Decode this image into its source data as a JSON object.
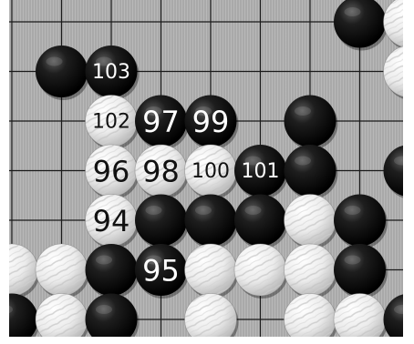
{
  "board": {
    "columns": 9,
    "rows": 7,
    "colors": {
      "black": "#111111",
      "white": "#f2f2f2",
      "line": "#1a1a1a",
      "wood": "#a9a9a9"
    }
  },
  "stones": [
    {
      "c": 7,
      "r": 0,
      "color": "black"
    },
    {
      "c": 8,
      "r": 0,
      "color": "white"
    },
    {
      "c": 1,
      "r": 1,
      "color": "black"
    },
    {
      "c": 2,
      "r": 1,
      "color": "black",
      "label": "103"
    },
    {
      "c": 8,
      "r": 1,
      "color": "white"
    },
    {
      "c": 2,
      "r": 2,
      "color": "white",
      "label": "102"
    },
    {
      "c": 3,
      "r": 2,
      "color": "black",
      "label": "97"
    },
    {
      "c": 4,
      "r": 2,
      "color": "black",
      "label": "99"
    },
    {
      "c": 6,
      "r": 2,
      "color": "black"
    },
    {
      "c": 2,
      "r": 3,
      "color": "white",
      "label": "96"
    },
    {
      "c": 3,
      "r": 3,
      "color": "white",
      "label": "98"
    },
    {
      "c": 4,
      "r": 3,
      "color": "white",
      "label": "100"
    },
    {
      "c": 5,
      "r": 3,
      "color": "black",
      "label": "101"
    },
    {
      "c": 6,
      "r": 3,
      "color": "black"
    },
    {
      "c": 8,
      "r": 3,
      "color": "black"
    },
    {
      "c": 2,
      "r": 4,
      "color": "white",
      "label": "94"
    },
    {
      "c": 3,
      "r": 4,
      "color": "black"
    },
    {
      "c": 4,
      "r": 4,
      "color": "black"
    },
    {
      "c": 5,
      "r": 4,
      "color": "black"
    },
    {
      "c": 6,
      "r": 4,
      "color": "white"
    },
    {
      "c": 7,
      "r": 4,
      "color": "black"
    },
    {
      "c": 0,
      "r": 5,
      "color": "white"
    },
    {
      "c": 1,
      "r": 5,
      "color": "white"
    },
    {
      "c": 2,
      "r": 5,
      "color": "black"
    },
    {
      "c": 3,
      "r": 5,
      "color": "black",
      "label": "95"
    },
    {
      "c": 4,
      "r": 5,
      "color": "white"
    },
    {
      "c": 5,
      "r": 5,
      "color": "white"
    },
    {
      "c": 6,
      "r": 5,
      "color": "white"
    },
    {
      "c": 7,
      "r": 5,
      "color": "black"
    },
    {
      "c": 0,
      "r": 6,
      "color": "black"
    },
    {
      "c": 1,
      "r": 6,
      "color": "white"
    },
    {
      "c": 2,
      "r": 6,
      "color": "black"
    },
    {
      "c": 4,
      "r": 6,
      "color": "white"
    },
    {
      "c": 6,
      "r": 6,
      "color": "white"
    },
    {
      "c": 7,
      "r": 6,
      "color": "white"
    },
    {
      "c": 8,
      "r": 6,
      "color": "black"
    }
  ]
}
